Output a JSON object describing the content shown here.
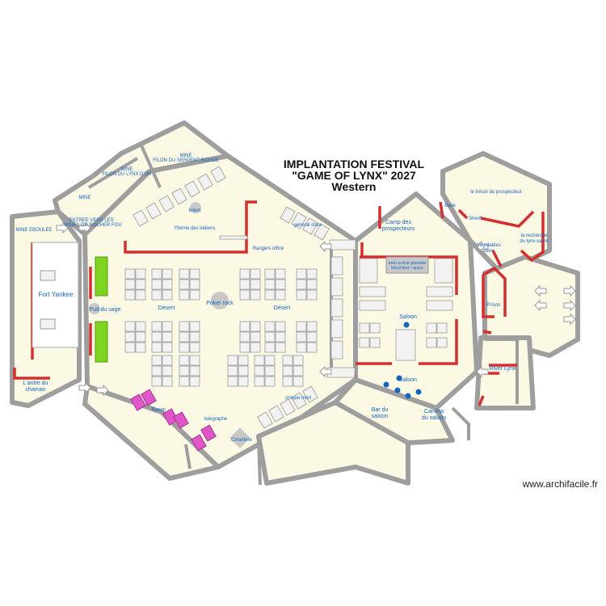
{
  "title": {
    "line1": "IMPLANTATION FESTIVAL",
    "line2": "\"GAME OF LYNX\" 2027",
    "line3": "Western"
  },
  "watermark": "www.archifacile.fr",
  "colors": {
    "floor": "#fbf8e4",
    "wall": "#9e9e9e",
    "red_wall": "#d32f2f",
    "text": "#1565c0",
    "green": "#7ed321",
    "pink": "#e056c8",
    "table": "#f2f2f2"
  },
  "labels": {
    "mine_eboulee": "MINE EBOULEE",
    "mine1": "MINE",
    "entree": "ENTREE VERS LES",
    "mines_rocher": "MINES DU ROCHER FOU",
    "mine2": "MINE",
    "filon_lynx": "FILON DU LYNX D'OR",
    "mine3": "MINE",
    "filon_serpent": "FILON DU SERPENT ROUGE",
    "totem": "totem",
    "ferme": "l\"ferme des indiens",
    "general_store": "general store",
    "rangers": "Rangers office",
    "fort_yankee": "Fort Yankee",
    "puit": "Puit du sage",
    "desert1": "Désert",
    "poker": "Poker rock",
    "desert2": "Désert",
    "antre1": "L'antre du",
    "antre2": "chaman",
    "ranch": "Ranch",
    "telegraphe": "telegraphe",
    "croque": "croque mort",
    "cimetiere": "Cimetière",
    "camp1": "Camp des",
    "camp2": "prospecteurs",
    "bank": "Bank",
    "tresor": "le trésor du prospecteur",
    "sherif": "Sherif",
    "vegetables1": "Vegetables",
    "vegetables2": "store",
    "recherche1": "la recherche",
    "recherche2": "du lynx sacré",
    "mini_scene1": "mini scène pianiste",
    "mini_scene2": "blind test / quizz",
    "saloon1": "Saloon",
    "saloon2": "Saloon",
    "prison": "Prison",
    "river_lynx": "River Lynx",
    "bar1": "Bar du",
    "bar2": "saloon",
    "cantina1": "Cantina",
    "cantina2": "du saloon"
  }
}
